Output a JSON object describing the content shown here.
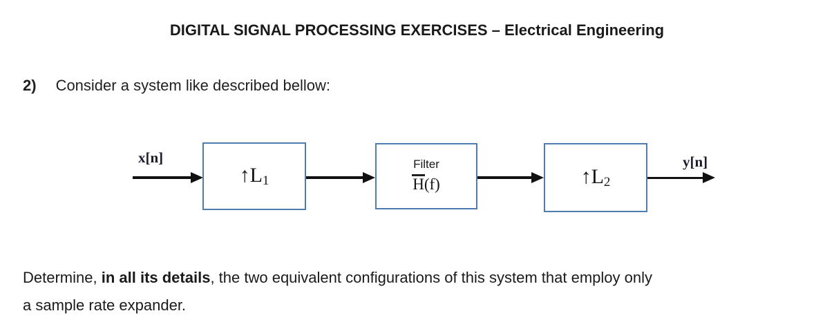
{
  "title": "DIGITAL SIGNAL PROCESSING EXERCISES – Electrical Engineering",
  "question": {
    "number": "2)",
    "text": "Consider a system like described bellow:"
  },
  "diagram": {
    "input_label": "x[n]",
    "output_label": "y[n]",
    "expander1": {
      "symbol": "↑L",
      "subscript": "1"
    },
    "filter": {
      "name": "Filter",
      "formula_base": "H",
      "formula_args": "(f)"
    },
    "expander2": {
      "symbol": "↑L",
      "subscript": "2"
    }
  },
  "task": {
    "prefix": "Determine, ",
    "emphasis": "in all its details",
    "line1_rest": ", the two equivalent configurations of this system that employ only",
    "line2": "a sample rate expander."
  },
  "colors": {
    "block_border": "#4f7cae",
    "text": "#1a1a1a",
    "arrow": "#111111"
  }
}
